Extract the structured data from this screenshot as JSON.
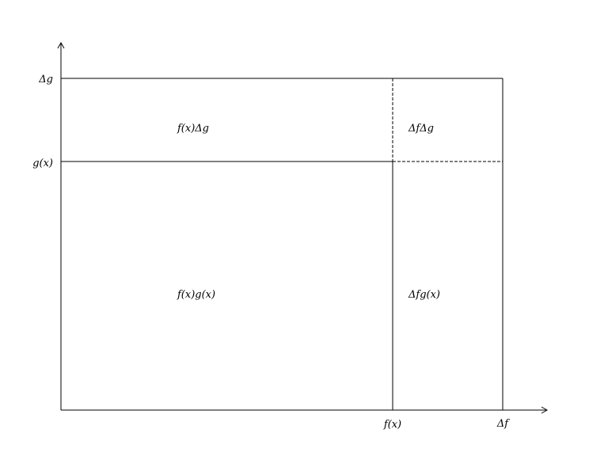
{
  "axis_labels": {
    "y_top": "Δg",
    "y_mid": "g(x)",
    "x_mid": "f(x)",
    "x_right": "Δf"
  },
  "regions": {
    "top_left": "f(x)Δg",
    "top_right": "ΔfΔg",
    "bottom_left": "f(x)g(x)",
    "bottom_right": "Δfg(x)"
  },
  "colors": {
    "stroke": "#000000",
    "background": "#ffffff"
  }
}
